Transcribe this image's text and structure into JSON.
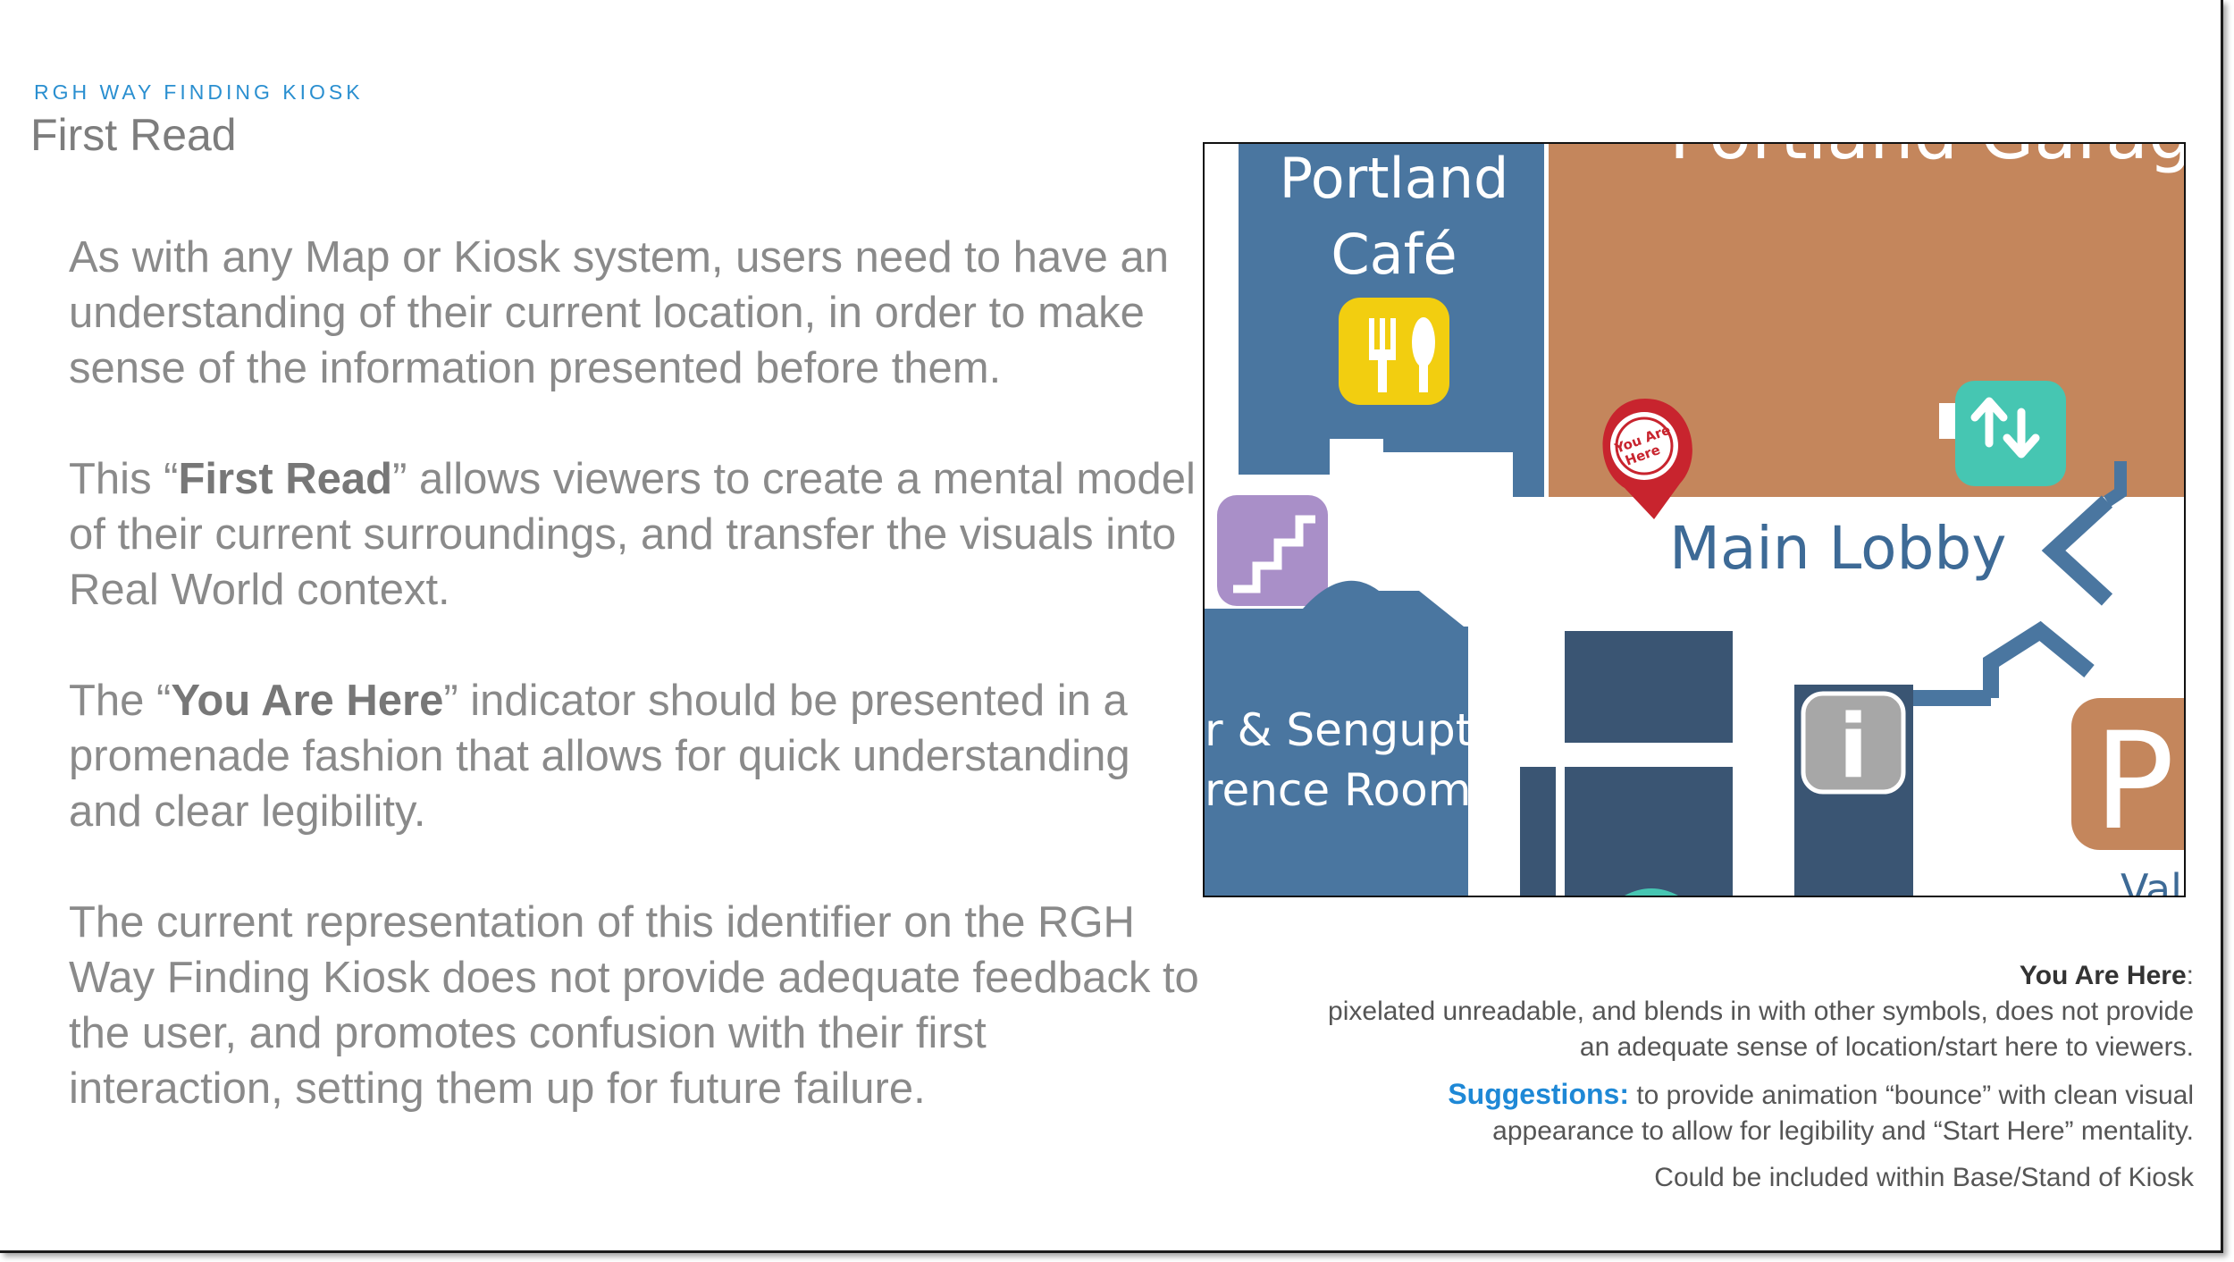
{
  "header": {
    "eyebrow": "RGH WAY FINDING KIOSK",
    "title": "First Read"
  },
  "body": {
    "p1": "As with any Map or Kiosk system, users need to have an understanding of their current location, in order to make sense of the information presented before them.",
    "p2_pre": "This “",
    "p2_bold": "First Read",
    "p2_post": "” allows viewers to create a mental model of their current surroundings, and transfer the visuals into Real World context.",
    "p3_pre": "The “",
    "p3_bold": "You Are Here",
    "p3_post": "” indicator should be presented in a promenade fashion that allows for quick understanding and clear legibility.",
    "p4": "The current representation of this identifier on the RGH Way Finding Kiosk does not provide adequate feedback to the user, and promotes confusion with their first interaction, setting them up for future failure."
  },
  "map": {
    "garage_label": "Portland Garage",
    "cafe_line1": "Portland",
    "cafe_line2": "Café",
    "lobby_label": "Main Lobby",
    "conf_line1": "r & Sengupta",
    "conf_line2": "rence Rooms",
    "pin_line1": "You Are",
    "pin_line2": "Here",
    "parking_letter": "P",
    "valet_label": "Vale",
    "info_letter": "i",
    "colors": {
      "blue": "#4a76a0",
      "dark_blue": "#3a5573",
      "garage": "#c4865c",
      "yellow": "#f2ce10",
      "teal": "#46c6b2",
      "purple": "#a98fc8",
      "pin": "#c8242e"
    },
    "icons": [
      "restaurant-icon",
      "elevator-icon",
      "stairs-icon",
      "info-icon",
      "parking-icon",
      "you-are-here-pin-icon"
    ]
  },
  "notes": {
    "head": "You Are Here",
    "head_colon": ":",
    "desc": "pixelated unreadable, and blends in with other symbols, does  not provide an adequate sense of location/start here to viewers.",
    "sugg_label": "Suggestions:",
    "sugg_text": " to provide  animation “bounce” with clean visual appearance to allow for legibility and  “Start Here” mentality.",
    "extra": "Could be included within Base/Stand of Kiosk"
  }
}
